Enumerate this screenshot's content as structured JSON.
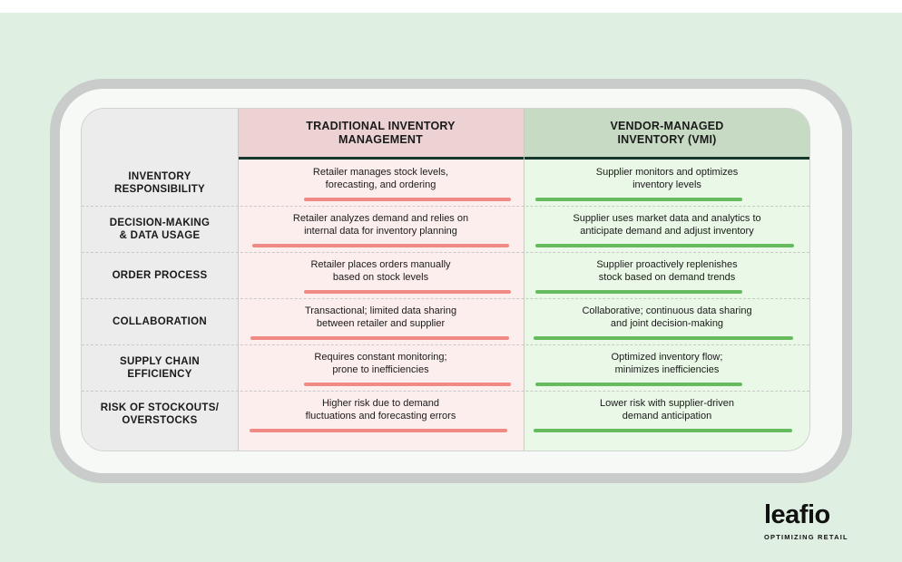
{
  "header": {
    "traditional": "TRADITIONAL INVENTORY\nMANAGEMENT",
    "vmi": "VENDOR-MANAGED\nINVENTORY (VMI)"
  },
  "rows": [
    {
      "label": "INVENTORY\nRESPONSIBILITY",
      "traditional": "Retailer manages stock levels,\nforecasting, and ordering",
      "vmi": "Supplier monitors and optimizes\ninventory levels"
    },
    {
      "label": "DECISION-MAKING\n& DATA USAGE",
      "traditional": "Retailer analyzes demand and relies on\ninternal data for inventory planning",
      "vmi": "Supplier uses market data and analytics to\nanticipate demand and adjust inventory"
    },
    {
      "label": "ORDER PROCESS",
      "traditional": "Retailer places orders manually\nbased on stock levels",
      "vmi": "Supplier proactively replenishes\nstock based on demand trends"
    },
    {
      "label": "COLLABORATION",
      "traditional": "Transactional; limited data sharing\nbetween retailer and supplier",
      "vmi": "Collaborative; continuous data sharing\nand joint decision-making"
    },
    {
      "label": "SUPPLY CHAIN\nEFFICIENCY",
      "traditional": "Requires constant monitoring;\nprone to inefficiencies",
      "vmi": "Optimized inventory flow;\nminimizes inefficiencies"
    },
    {
      "label": "RISK OF STOCKOUTS/\nOVERSTOCKS",
      "traditional": "Higher risk due to demand\nfluctuations and forecasting errors",
      "vmi": "Lower risk with supplier-driven\ndemand anticipation"
    }
  ],
  "logo": {
    "word": "leafio",
    "tagline": "OPTIMIZING RETAIL"
  },
  "colors": {
    "background": "#dff0e3",
    "traditional_accent": "#f08a84",
    "vmi_accent": "#66bb5f",
    "header_rule": "#16372c"
  }
}
